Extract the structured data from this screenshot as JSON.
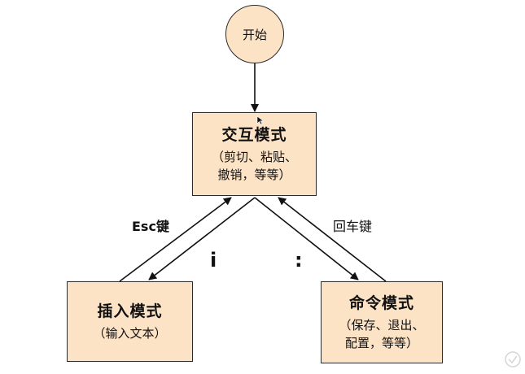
{
  "nodes": {
    "start": {
      "label": "开始"
    },
    "main": {
      "title": "交互模式",
      "desc_line1": "（剪切、粘贴、",
      "desc_line2": "撤销，等等）"
    },
    "insert": {
      "title": "插入模式",
      "desc_line1": "（输入文本）"
    },
    "command": {
      "title": "命令模式",
      "desc_line1": "（保存、退出、",
      "desc_line2": "配置，等等）"
    }
  },
  "edges": {
    "esc_label": "Esc键",
    "enter_label": "回车键",
    "i_label": "i",
    "colon_label": ":"
  },
  "colors": {
    "node_fill": "#fde3c6",
    "stroke": "#2b2b2b"
  },
  "icons": {
    "cursor": "mouse-cursor-icon",
    "watermark": "watermark-logo-icon"
  }
}
